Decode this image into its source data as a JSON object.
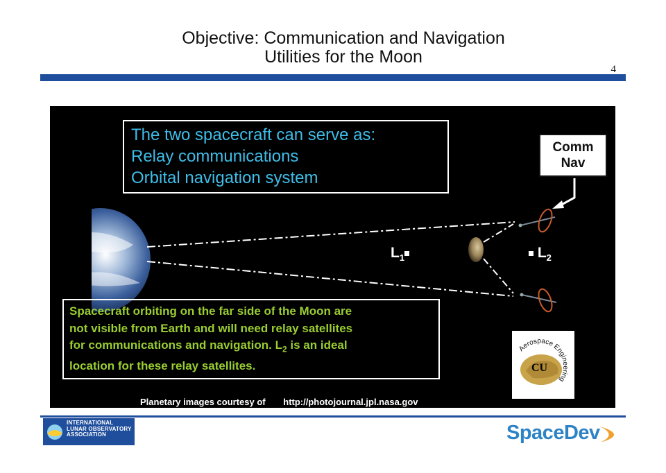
{
  "slide": {
    "title_line1": "Objective: Communication and Navigation",
    "title_line2": "Utilities for the Moon",
    "page_number": "4"
  },
  "panel": {
    "top_box": [
      "The two spacecraft can serve as:",
      "Relay communications",
      "Orbital navigation system"
    ],
    "comm_box": [
      "Comm",
      "Nav"
    ],
    "l1_label": "L",
    "l1_sub": "1",
    "l2_label": "L",
    "l2_sub": "2",
    "bottom_box": {
      "line1": "Spacecraft orbiting on the far side of the Moon are",
      "line2": "not visible from Earth and will need relay satellites",
      "line3_pre": "for communications and navigation.  L",
      "line3_sub": "2",
      "line3_post": " is an ideal",
      "line4": "location for these relay satellites."
    },
    "credit_label": "Planetary images courtesy of",
    "credit_url": "http://photojournal.jpl.nasa.gov",
    "cu_logo_text": "Aerospace Engineering",
    "cu_logo_letters": "CU"
  },
  "footer": {
    "ilo_lines": [
      "INTERNATIONAL",
      "LUNAR OBSERVATORY",
      "ASSOCIATION"
    ],
    "spacedev": "SpaceDev"
  },
  "colors": {
    "accent_blue": "#1f4e9c",
    "cyan_text": "#3fbde8",
    "green_text": "#9acd32"
  }
}
